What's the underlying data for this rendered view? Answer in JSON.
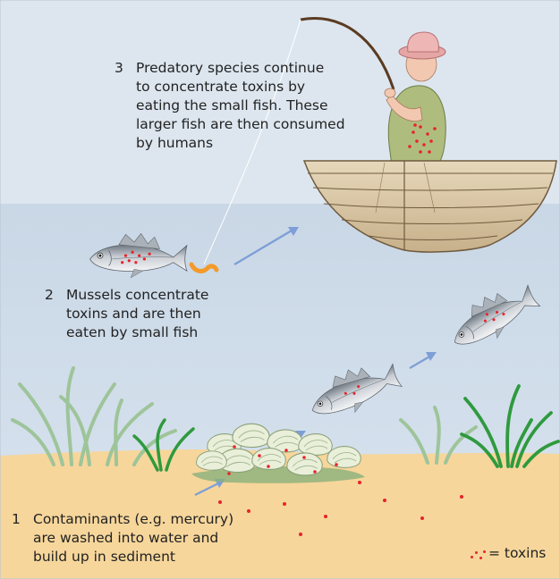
{
  "steps": [
    {
      "number": "3",
      "lines": [
        "Predatory species continue",
        "to concentrate toxins by",
        "eating the small fish. These",
        "larger fish are then consumed",
        "by humans"
      ]
    },
    {
      "number": "2",
      "lines": [
        "Mussels concentrate",
        "toxins and are then",
        "eaten by small fish"
      ]
    },
    {
      "number": "1",
      "lines": [
        "Contaminants (e.g. mercury)",
        "are washed into water and",
        "build up in sediment"
      ]
    }
  ],
  "legend": {
    "label": "= toxins",
    "icon": "toxin-dots-icon"
  },
  "colors": {
    "sky": "#dde6ef",
    "water": "#cbd9e8",
    "sand": "#f6d69b",
    "toxin": "#e8232a",
    "arrow": "#7d9ed6",
    "boat": "#dcc9a6",
    "boat_line": "#6f5a3e",
    "seaweed_light": "#9ec49a",
    "seaweed_dark": "#2f9a3e",
    "fish": "#b9bfc6"
  }
}
